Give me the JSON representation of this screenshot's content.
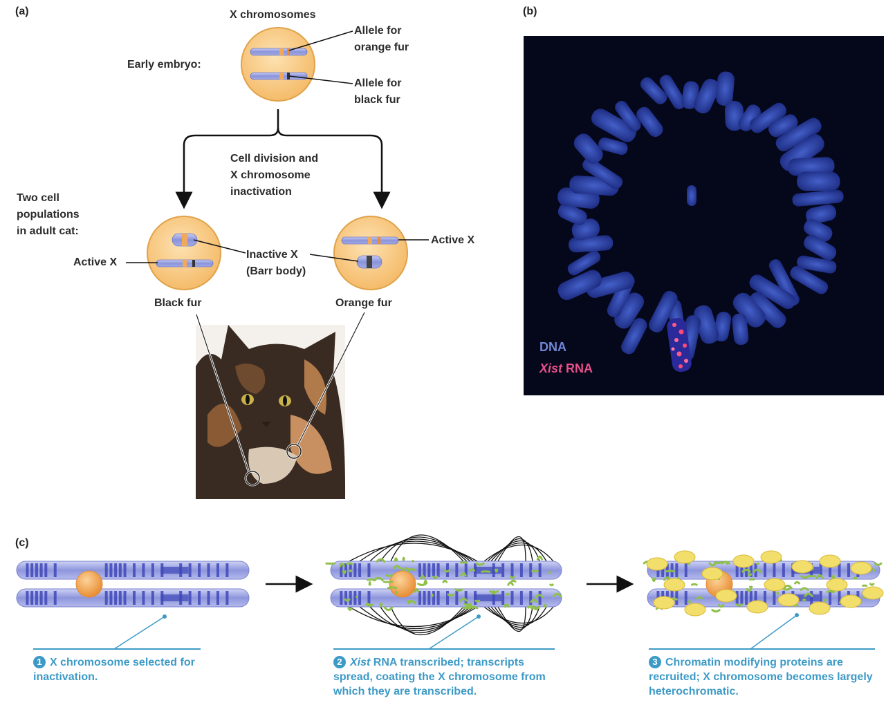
{
  "panel_a": {
    "letter": "(a)",
    "x_chromosomes": "X chromosomes",
    "early_embryo": "Early embryo:",
    "allele_orange_1": "Allele for",
    "allele_orange_2": "orange fur",
    "allele_black_1": "Allele for",
    "allele_black_2": "black fur",
    "cell_division_1": "Cell division and",
    "cell_division_2": "X chromosome",
    "cell_division_3": "inactivation",
    "two_cell_1": "Two cell",
    "two_cell_2": "populations",
    "two_cell_3": "in adult cat:",
    "active_x_left": "Active X",
    "active_x_right": "Active X",
    "inactive_x_1": "Inactive X",
    "inactive_x_2": "(Barr body)",
    "black_fur": "Black fur",
    "orange_fur": "Orange fur"
  },
  "panel_b": {
    "letter": "(b)",
    "legend_dna": "DNA",
    "legend_xist_italic": "Xist",
    "legend_rna": " RNA"
  },
  "panel_c": {
    "letter": "(c)",
    "step1_num": "1",
    "step1_text": "X chromosome selected for inactivation.",
    "step2_num": "2",
    "step2_italic": "Xist",
    "step2_text": " RNA transcribed; transcripts spread, coating the X chromosome from which they are transcribed.",
    "step3_num": "3",
    "step3_text": "Chromatin modifying proteins are recruited; X chromosome becomes largely heterochromatic."
  },
  "colors": {
    "cell_fill": "#f7c77e",
    "cell_stroke": "#e0a24a",
    "chromosome": "#8a93d8",
    "band": "#3f48b8",
    "centromere": "#f2a85a",
    "caption": "#3d9ac6",
    "micrograph_bg": "#05071a",
    "dna_label": "#6f86d8",
    "xist_label": "#e8508a",
    "xist_rna": "#8fc04a",
    "protein": "#f2de6a"
  }
}
